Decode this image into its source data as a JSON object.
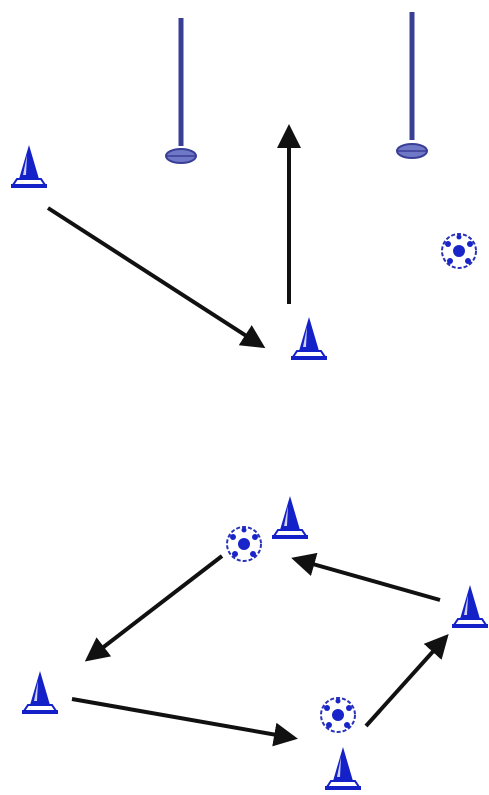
{
  "colors": {
    "background": "#ffffff",
    "cone_fill": "#1420c8",
    "cone_highlight": "#ffffff",
    "cone_base": "#1420c8",
    "pole": "#3a3f96",
    "pole_base": "#6f77c7",
    "ball_fill": "#ffffff",
    "ball_panel": "#1a25c9",
    "ball_outline": "#2a33b8",
    "arrow": "#111111"
  },
  "icons": {
    "cone": "training-cone-icon",
    "pole": "slalom-pole-icon",
    "ball": "soccer-ball-icon",
    "arrow": "movement-arrow-icon"
  },
  "drill_a": {
    "cones": 2,
    "poles": 2,
    "balls": 1,
    "arrows": 2
  },
  "drill_b": {
    "cones": 4,
    "balls": 2,
    "arrows": 4
  }
}
